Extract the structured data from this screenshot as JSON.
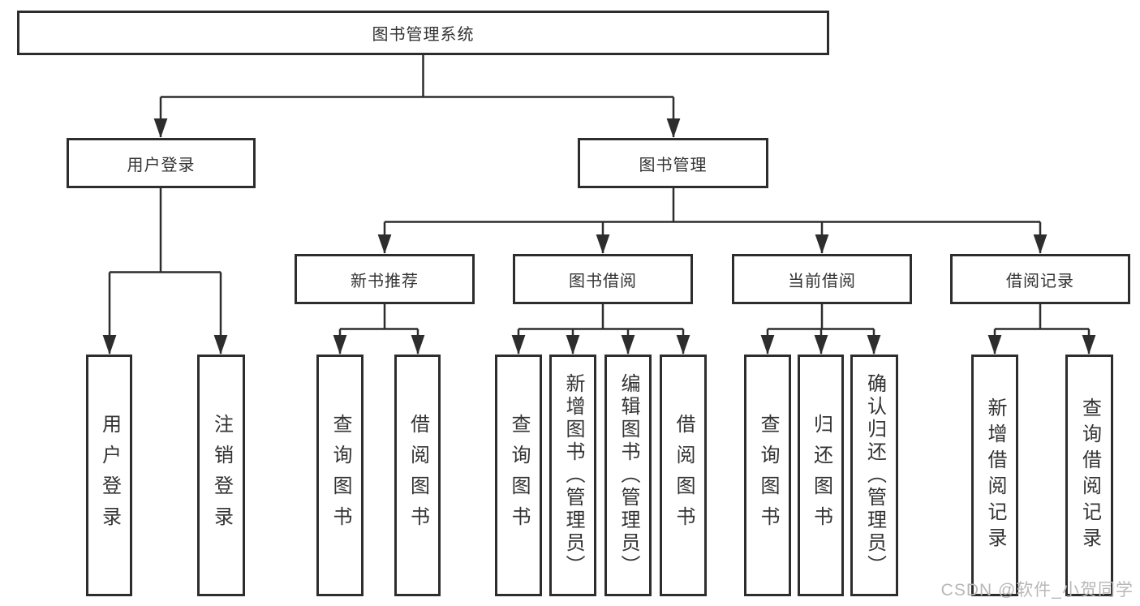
{
  "diagram": {
    "type": "hierarchy-tree",
    "colors": {
      "line": "#2d2d2d",
      "border": "#2d2d2d",
      "text": "#333333",
      "background": "#ffffff",
      "watermark_color": "#b8b8b8"
    },
    "tree": {
      "label": "图书管理系统",
      "children": [
        {
          "label": "用户登录",
          "children": [
            {
              "label": "用户登录"
            },
            {
              "label": "注销登录"
            }
          ]
        },
        {
          "label": "图书管理",
          "children": [
            {
              "label": "新书推荐",
              "children": [
                {
                  "label": "查询图书"
                },
                {
                  "label": "借阅图书"
                }
              ]
            },
            {
              "label": "图书借阅",
              "children": [
                {
                  "label": "查询图书"
                },
                {
                  "label": "新增图书（管理员）"
                },
                {
                  "label": "编辑图书（管理员）"
                },
                {
                  "label": "借阅图书"
                }
              ]
            },
            {
              "label": "当前借阅",
              "children": [
                {
                  "label": "查询图书"
                },
                {
                  "label": "归还图书"
                },
                {
                  "label": "确认归还（管理员）"
                }
              ]
            },
            {
              "label": "借阅记录",
              "children": [
                {
                  "label": "新增借阅记录"
                },
                {
                  "label": "查询借阅记录"
                }
              ]
            }
          ]
        }
      ]
    }
  },
  "watermark": {
    "text": "CSDN @软件_小贺同学"
  }
}
